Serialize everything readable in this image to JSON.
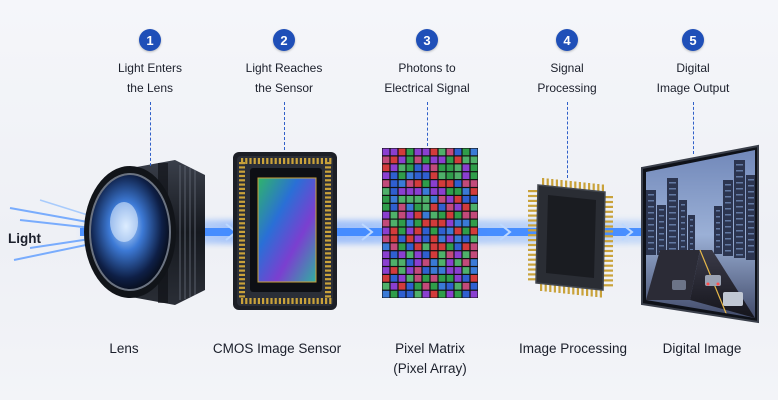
{
  "light_label": "Light",
  "steps": [
    {
      "number": "1",
      "caption": [
        "Light Enters",
        "the Lens"
      ],
      "label": [
        "Lens"
      ]
    },
    {
      "number": "2",
      "caption": [
        "Light Reaches",
        "the Sensor"
      ],
      "label": [
        "CMOS Image Sensor"
      ]
    },
    {
      "number": "3",
      "caption": [
        "Photons to",
        "Electrical Signal"
      ],
      "label": [
        "Pixel Matrix",
        "(Pixel Array)"
      ]
    },
    {
      "number": "4",
      "caption": [
        "Signal",
        "Processing"
      ],
      "label": [
        "Image Processing"
      ]
    },
    {
      "number": "5",
      "caption": [
        "Digital",
        "Image Output"
      ],
      "label": [
        "Digital Image"
      ]
    }
  ],
  "colors": {
    "badge": "#1f4fb8",
    "beam": "#2f7bff",
    "chip": "#1c1f26",
    "pins": "#c9a23a"
  }
}
